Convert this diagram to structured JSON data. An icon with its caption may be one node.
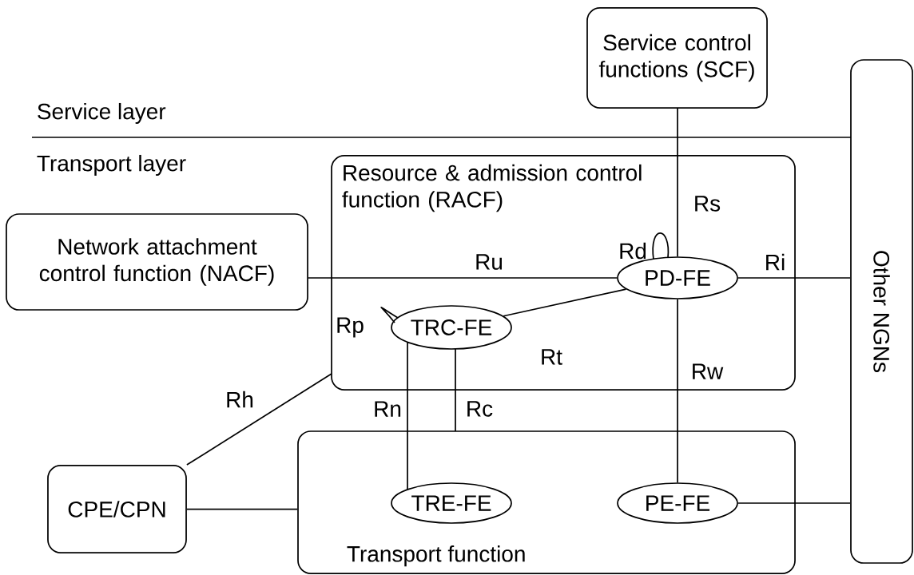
{
  "diagram": {
    "nodes": [
      {
        "text": [
          "Service control functions (SCF)"
        ]
      },
      {
        "text": [
          "Other NGNs"
        ]
      },
      {
        "text": [
          "Resource & admission control function (RACF)"
        ]
      },
      {
        "text": [
          "Network attachment control function (NACF)"
        ]
      },
      {
        "text": [
          "PD-FE"
        ],
        "in": 2
      },
      {
        "text": [
          "TRC-FE"
        ],
        "in": 2
      },
      {
        "text": [
          "Transport function"
        ]
      },
      {
        "text": [
          "TRE-FE"
        ],
        "in": 6
      },
      {
        "text": [
          "PE-FE"
        ],
        "in": 6
      },
      {
        "text": [
          "CPE/CPN"
        ]
      }
    ],
    "edges": [
      {
        "from": 0,
        "to": 4,
        "arrow": "none",
        "label": "Rs"
      },
      {
        "from": 3,
        "to": 4,
        "arrow": "none",
        "label": "Ru"
      },
      {
        "from": 4,
        "to": 1,
        "arrow": "none",
        "label": "Ri"
      },
      {
        "from": 4,
        "to": 4,
        "arrow": "none",
        "label": "Rd"
      },
      {
        "from": 5,
        "to": 5,
        "arrow": "none",
        "label": "Rp"
      },
      {
        "from": 5,
        "to": 4,
        "arrow": "none",
        "label": "Rt"
      },
      {
        "from": 4,
        "to": 8,
        "arrow": "none",
        "label": "Rw"
      },
      {
        "from": 5,
        "to": 7,
        "arrow": "none",
        "label": "Rn"
      },
      {
        "from": 5,
        "to": 6,
        "arrow": "none",
        "label": "Rc"
      },
      {
        "from": 2,
        "to": 9,
        "arrow": "none",
        "label": "Rh"
      },
      {
        "from": 9,
        "to": 6,
        "arrow": "none"
      },
      {
        "from": 8,
        "to": 1,
        "arrow": "none"
      }
    ],
    "labels": [
      "Service layer",
      "Transport layer"
    ]
  }
}
